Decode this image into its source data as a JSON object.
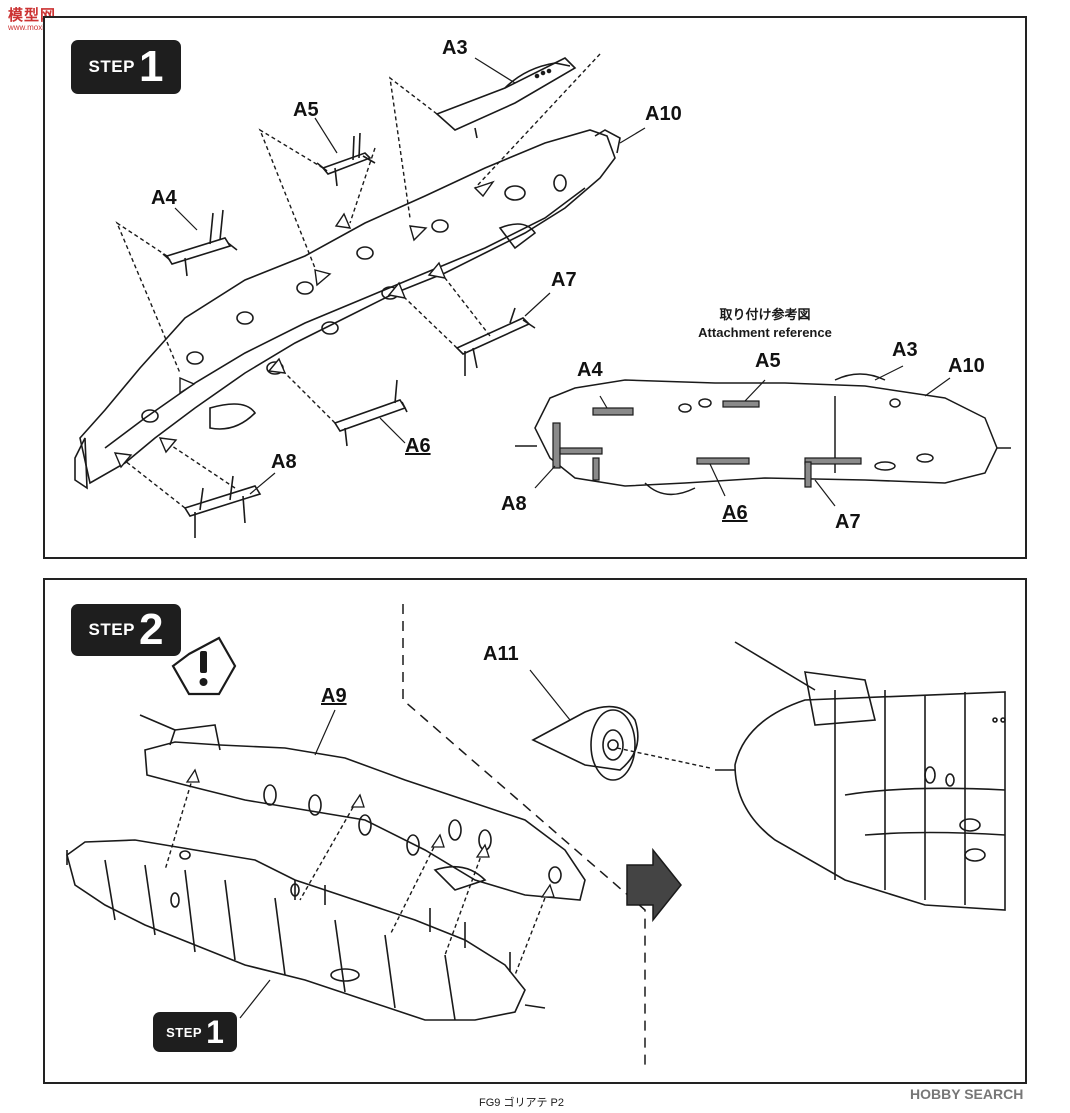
{
  "watermark": {
    "site_cn": "模型网",
    "site_url": "www.moxing.net"
  },
  "step1": {
    "badge_word": "STEP",
    "badge_num": "1",
    "parts": [
      "A3",
      "A4",
      "A5",
      "A6",
      "A7",
      "A8",
      "A10"
    ],
    "reference": {
      "title_jp": "取り付け参考図",
      "title_en": "Attachment reference",
      "parts": [
        "A3",
        "A4",
        "A5",
        "A6",
        "A7",
        "A8",
        "A10"
      ]
    }
  },
  "step2": {
    "badge_word": "STEP",
    "badge_num": "2",
    "warning_icon": "exclamation-hexagon-icon",
    "parts": [
      "A9",
      "A11"
    ],
    "sub_badge_word": "STEP",
    "sub_badge_num": "1"
  },
  "footer": {
    "page_label": "FG9 ゴリアテ P2",
    "brand": "HOBBY SEARCH"
  },
  "colors": {
    "ink": "#1a1a1a",
    "gray_part": "#8a8a8a",
    "arrow_fill": "#444444"
  }
}
